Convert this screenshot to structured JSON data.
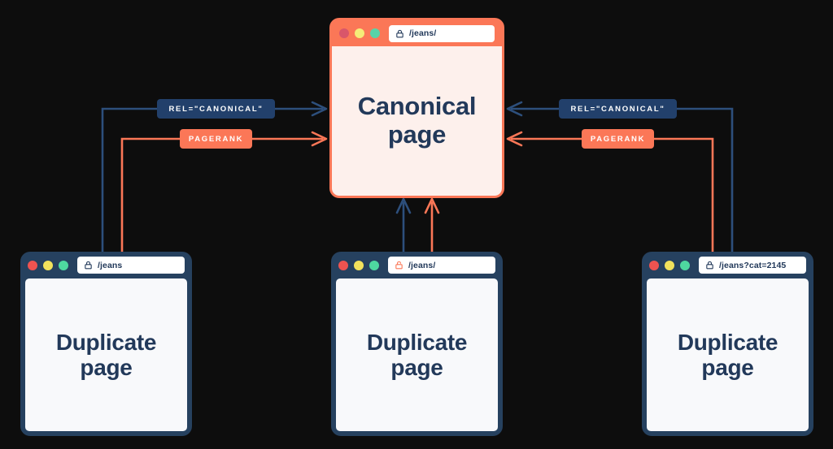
{
  "theme": {
    "background": "#0d0d0d",
    "navy": "#26415f",
    "navy_line": "#2d4f7c",
    "coral": "#fb7757",
    "text_navy": "#22395a",
    "canonical_body": "#fdf0ec",
    "duplicate_body": "#f8f9fb"
  },
  "diagram": {
    "type": "canonicalization-diagram",
    "canonical": {
      "id": "canonical-page",
      "title": "Canonical\npage",
      "title_line1": "Canonical",
      "title_line2": "page",
      "url": "/jeans/",
      "lock_icon": "lock-icon",
      "lock_color": "#22395a",
      "chrome_color": "#fb7757",
      "dots": [
        "dot-red",
        "dot-yellow",
        "dot-green"
      ]
    },
    "duplicates": [
      {
        "id": "duplicate-left",
        "title_line1": "Duplicate",
        "title_line2": "page",
        "url": "/jeans",
        "lock_icon": "lock-icon",
        "lock_color": "#22395a",
        "chrome_color": "#26415f",
        "dots": [
          "dot-red",
          "dot-yellow",
          "dot-green"
        ]
      },
      {
        "id": "duplicate-middle",
        "title_line1": "Duplicate",
        "title_line2": "page",
        "url": "/jeans/",
        "lock_icon": "unlock-icon",
        "lock_color": "#fb7757",
        "chrome_color": "#26415f",
        "dots": [
          "dot-red",
          "dot-yellow",
          "dot-green"
        ]
      },
      {
        "id": "duplicate-right",
        "title_line1": "Duplicate",
        "title_line2": "page",
        "url": "/jeans?cat=2145",
        "lock_icon": "lock-icon",
        "lock_color": "#22395a",
        "chrome_color": "#26415f",
        "dots": [
          "dot-red",
          "dot-yellow",
          "dot-green"
        ]
      }
    ],
    "edges": [
      {
        "id": "rel-canonical-left",
        "label": "REL=\"CANONICAL\"",
        "kind": "rel",
        "color": "#22406b",
        "from": "duplicate-left",
        "to": "canonical-page"
      },
      {
        "id": "pagerank-left",
        "label": "PAGERANK",
        "kind": "pagerank",
        "color": "#fb7757",
        "from": "duplicate-left",
        "to": "canonical-page"
      },
      {
        "id": "rel-canonical-right",
        "label": "REL=\"CANONICAL\"",
        "kind": "rel",
        "color": "#22406b",
        "from": "duplicate-right",
        "to": "canonical-page"
      },
      {
        "id": "pagerank-right",
        "label": "PAGERANK",
        "kind": "pagerank",
        "color": "#fb7757",
        "from": "duplicate-right",
        "to": "canonical-page"
      },
      {
        "id": "rel-canonical-middle",
        "label": "",
        "kind": "rel",
        "color": "#2d4f7c",
        "from": "duplicate-middle",
        "to": "canonical-page"
      },
      {
        "id": "pagerank-middle",
        "label": "",
        "kind": "pagerank",
        "color": "#fb7757",
        "from": "duplicate-middle",
        "to": "canonical-page"
      }
    ]
  }
}
